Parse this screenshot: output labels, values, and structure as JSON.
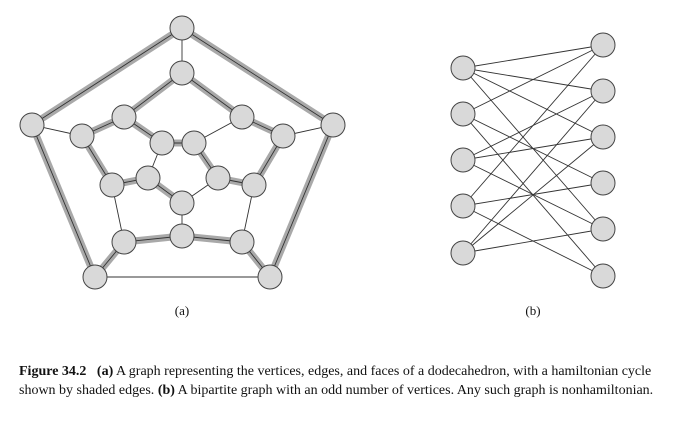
{
  "figure": {
    "panel_a_label": "(a)",
    "panel_b_label": "(b)",
    "edge_color": "#333333",
    "cycle_highlight_color": "#a9a9a9",
    "vertex_fill": "#d9d9d9",
    "vertex_stroke": "#444444"
  },
  "caption": {
    "figure_number": "Figure 34.2",
    "part_a_marker": "(a)",
    "part_a_text": " A graph representing the vertices, edges, and faces of a dodecahedron, with a hamiltonian cycle shown by shaded edges. ",
    "part_b_marker": "(b)",
    "part_b_text": " A bipartite graph with an odd number of vertices. Any such graph is nonhamiltonian."
  }
}
